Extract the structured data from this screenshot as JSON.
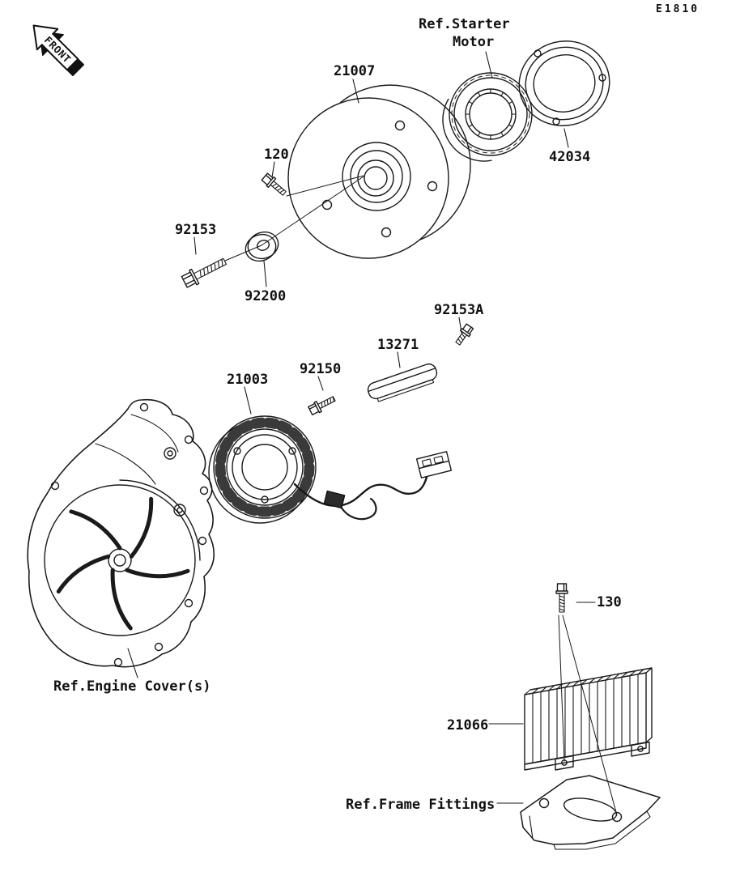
{
  "page": {
    "code": "E1810"
  },
  "front_badge": {
    "label": "FRONT"
  },
  "labels": {
    "starter_ref_line1": "Ref.Starter",
    "starter_ref_line2": "Motor",
    "flywheel": "21007",
    "starter_ring": "42034",
    "bolt_flywheel": "120",
    "bolt_flange": "92153",
    "washer": "92200",
    "bolt_holder": "92153A",
    "holder": "13271",
    "bolt_stator": "92150",
    "stator": "21003",
    "engine_cover_ref": "Ref.Engine Cover(s)",
    "bolt_regulator": "130",
    "regulator": "21066",
    "frame_fittings_ref": "Ref.Frame Fittings"
  }
}
